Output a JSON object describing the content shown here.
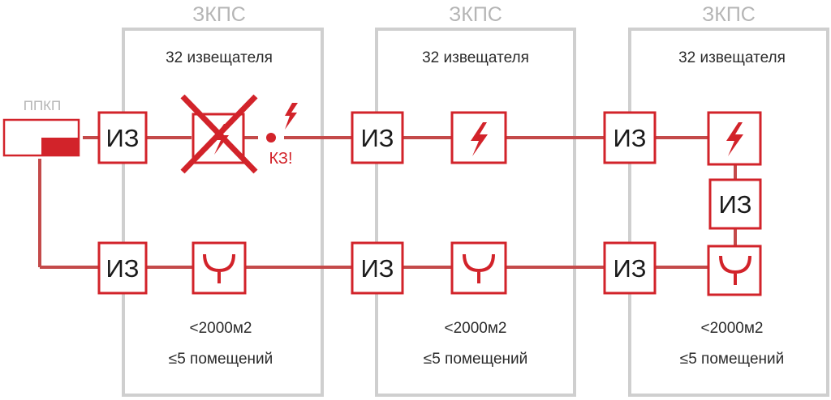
{
  "colors": {
    "accent": "#d2232a",
    "wire": "#c44a4a",
    "zone_border": "#cfcfcf",
    "zone_title": "#b5b5b5",
    "text": "#2b2b2b"
  },
  "panel": {
    "label": "ППКП"
  },
  "isolator_label": "ИЗ",
  "short_circuit_label": "КЗ!",
  "zones": [
    {
      "title": "ЗКПС",
      "detectors": "32 извещателя",
      "area": "<2000м2",
      "rooms": "≤5 помещений"
    },
    {
      "title": "ЗКПС",
      "detectors": "32 извещателя",
      "area": "<2000м2",
      "rooms": "≤5 помещений"
    },
    {
      "title": "ЗКПС",
      "detectors": "32 извещателя",
      "area": "<2000м2",
      "rooms": "≤5 помещений"
    }
  ],
  "icons": {
    "heat_detector": "lightning-icon",
    "smoke_detector": "fork-icon",
    "failed_detector": "crossed-out-icon",
    "short_circuit": "spark-icon"
  }
}
